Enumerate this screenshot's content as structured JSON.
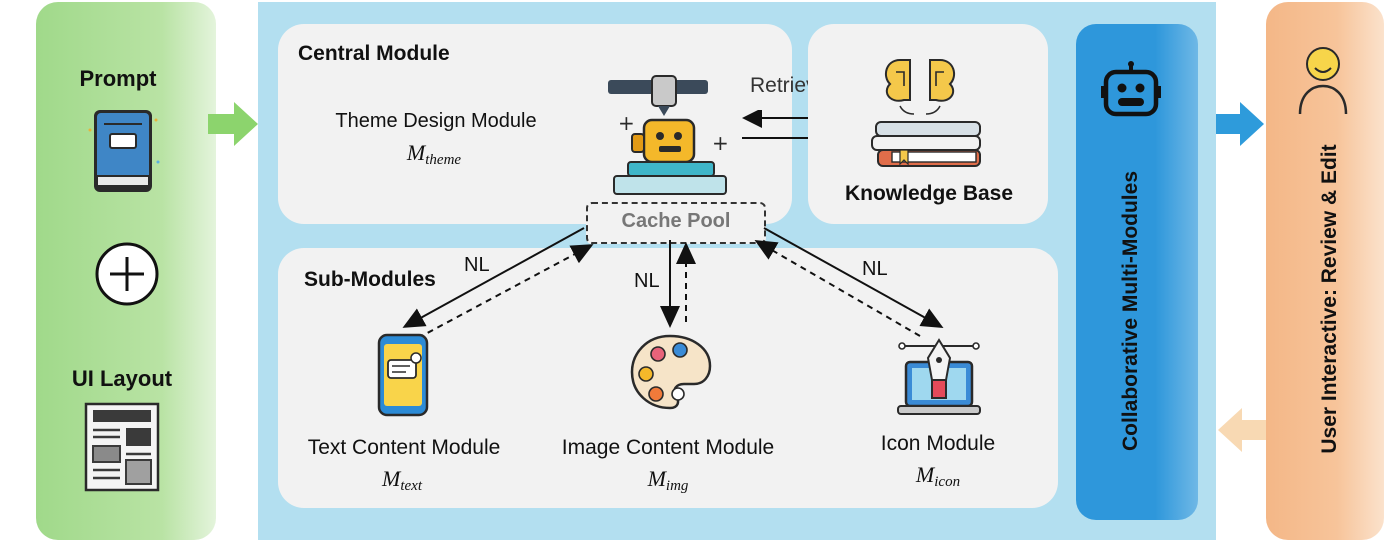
{
  "colors": {
    "input_panel": "#a3d98c",
    "main_panel": "#b3dff0",
    "inner_box": "#f2f2f2",
    "collab_panel": "#2e97db",
    "user_panel": "#f7c49a",
    "arrow_right": "#8cd46d",
    "arrow_blue": "#2e9bdb",
    "arrow_back": "#f8d9b3"
  },
  "input": {
    "prompt_label": "Prompt",
    "layout_label": "UI Layout",
    "icons": [
      "book-icon",
      "plus-circle-icon",
      "layout-document-icon"
    ]
  },
  "central": {
    "title": "Central Module",
    "theme_label": "Theme Design Module",
    "theme_math_base": "M",
    "theme_math_sub": "theme",
    "icon": "robot-printer-icon"
  },
  "knowledge": {
    "label": "Knowledge Base",
    "retrieval_label": "Retrieval",
    "icon": "books-brain-icon"
  },
  "cache": {
    "label": "Cache Pool"
  },
  "sub": {
    "title": "Sub-Modules",
    "nl_labels": [
      "NL",
      "NL",
      "NL"
    ],
    "modules": [
      {
        "label": "Text Content Module",
        "math_base": "M",
        "math_sub": "text",
        "icon": "phone-chat-icon"
      },
      {
        "label": "Image Content Module",
        "math_base": "M",
        "math_sub": "img",
        "icon": "palette-icon"
      },
      {
        "label": "Icon Module",
        "math_base": "M",
        "math_sub": "icon",
        "icon": "pen-tool-icon"
      }
    ]
  },
  "collab": {
    "label": "Collaborative Multi-Modules",
    "icon": "robot-face-icon"
  },
  "user": {
    "label": "User Interactive: Review & Edit",
    "icon": "user-icon"
  }
}
